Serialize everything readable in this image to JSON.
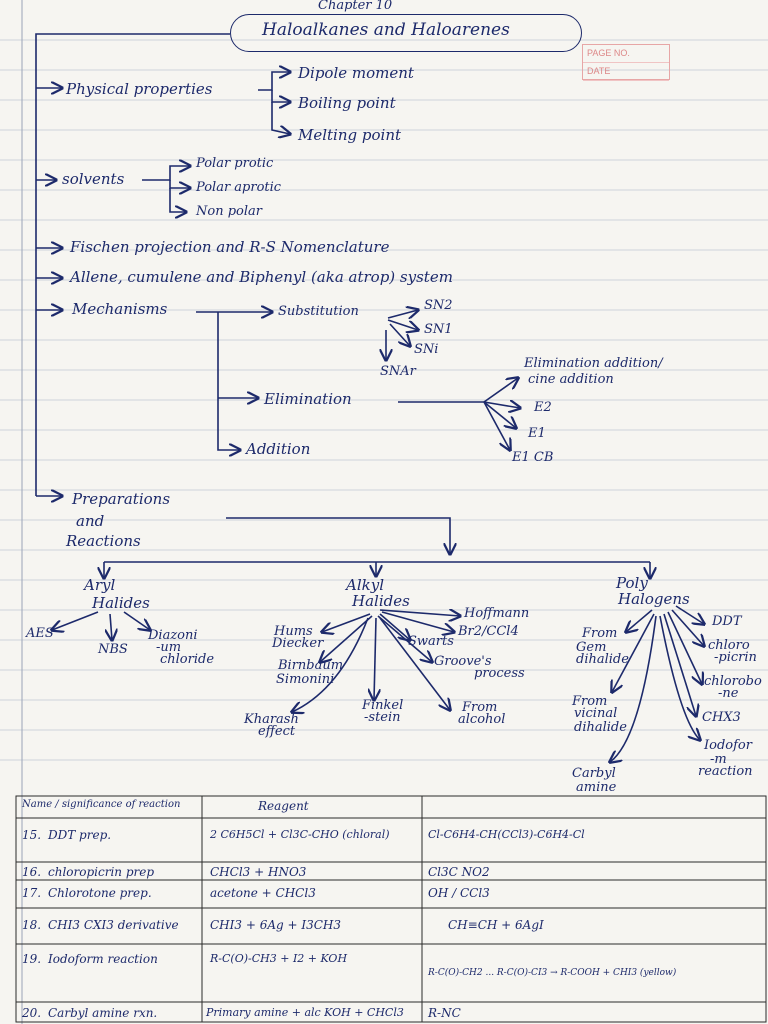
{
  "header": {
    "chapter": "Chapter 10",
    "title": "Haloalkanes and Haloarenes"
  },
  "stamp": {
    "page_label": "PAGE NO.",
    "date_label": "DATE"
  },
  "outline": {
    "physical": {
      "label": "Physical properties",
      "items": [
        "Dipole moment",
        "Boiling point",
        "Melting point"
      ]
    },
    "solvents": {
      "label": "solvents",
      "items": [
        "Polar protic",
        "Polar aprotic",
        "Non polar"
      ]
    },
    "fischer": "Fischen projection and R-S Nomenclature",
    "allene": "Allene, cumulene and Biphenyl (aka atrop) system",
    "mechanisms": {
      "label": "Mechanisms",
      "substitution": "Substitution",
      "sn": [
        "SN2",
        "SN1",
        "SNi",
        "SNAr"
      ],
      "elimination": "Elimination",
      "elim_items": [
        "Elimination addition/",
        "cine addition",
        "E2",
        "E1",
        "E1 CB"
      ],
      "addition": "Addition"
    },
    "prep": {
      "line1": "Preparations",
      "line2": "and",
      "line3": "Reactions"
    }
  },
  "tree": {
    "aryl": {
      "line1": "Aryl",
      "line2": "Halides",
      "items": [
        "AES",
        "NBS",
        "Diazoni",
        "-um",
        "chloride"
      ]
    },
    "alkyl": {
      "line1": "Alkyl",
      "line2": "Halides",
      "items": [
        "Hoffmann",
        "Br2/CCl4",
        "Swarts",
        "Groove's",
        "process",
        "Hums",
        "Diecker",
        "Birnbaum",
        "Simonini",
        "Finkel",
        "-stein",
        "From",
        "alcohol",
        "Kharash",
        "effect"
      ]
    },
    "poly": {
      "line1": "Poly",
      "line2": "Halogens",
      "items": [
        "DDT",
        "chloro",
        "-picrin",
        "chlorobo",
        "-ne",
        "CHX3",
        "Iodofor",
        "-m",
        "reaction",
        "From",
        "Gem",
        "dihalide",
        "From",
        "vicinal",
        "dihalide",
        "Carbyl",
        "amine"
      ]
    }
  },
  "table": {
    "headers": [
      "Name / significance of reaction",
      "Reagent",
      ""
    ],
    "rows": [
      {
        "no": "15.",
        "name": "DDT prep.",
        "reagent": "2 C6H5Cl + Cl3C-CHO (chloral)",
        "product": "Cl-C6H4-CH(CCl3)-C6H4-Cl"
      },
      {
        "no": "16.",
        "name": "chloropicrin prep",
        "reagent": "CHCl3 + HNO3",
        "product": "Cl3C NO2"
      },
      {
        "no": "17.",
        "name": "Chlorotone prep.",
        "reagent": "acetone + CHCl3",
        "product": "OH / CCl3"
      },
      {
        "no": "18.",
        "name": "CHI3 CXI3 derivative",
        "reagent": "CHI3 + 6Ag + I3CH3",
        "product": "CH≡CH + 6AgI"
      },
      {
        "no": "19.",
        "name": "Iodoform reaction",
        "reagent": "R-C(O)-CH3 + I2 + KOH",
        "product": "R-C(O)-CH2 ... R-C(O)-CI3 → R-COOH + CHI3 (yellow)"
      },
      {
        "no": "20.",
        "name": "Carbyl amine rxn.",
        "reagent": "Primary amine + alc KOH + CHCl3",
        "product": "R-NC"
      }
    ]
  }
}
